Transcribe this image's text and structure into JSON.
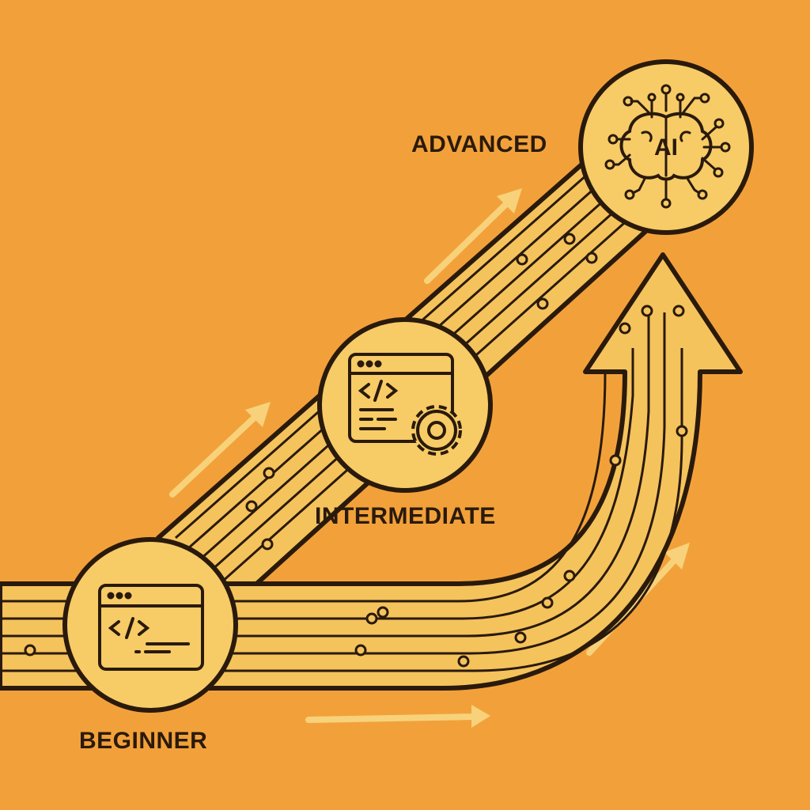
{
  "colors": {
    "background": "#F2A13A",
    "track": "#F5C35C",
    "stroke": "#2A1A0C",
    "circle_fill": "#F7CB66",
    "accent": "#F8D27A"
  },
  "stages": [
    {
      "label": "BEGINNER",
      "icon": "code-window-icon"
    },
    {
      "label": "INTERMEDIATE",
      "icon": "code-window-gear-icon"
    },
    {
      "label": "ADVANCED",
      "icon": "ai-brain-icon"
    }
  ],
  "ai_badge": "AI"
}
